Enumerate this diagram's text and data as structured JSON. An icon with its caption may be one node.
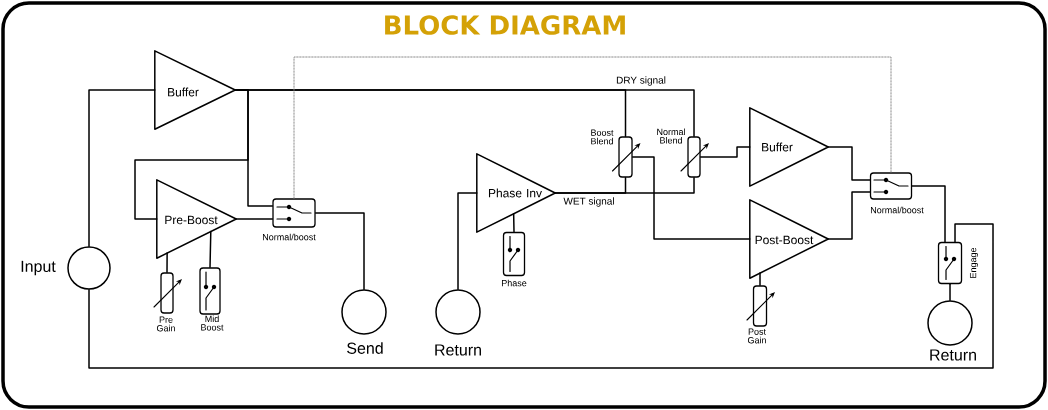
{
  "diagram": {
    "title": "BLOCK DIAGRAM",
    "nodes": [
      {
        "text": [
          "Buffer"
        ]
      },
      {
        "text": [
          "Pre-Boost"
        ]
      },
      {
        "text": [
          "Normal/boost"
        ]
      },
      {
        "text": [
          "Input"
        ]
      },
      {
        "text": [
          "Pre Gain"
        ]
      },
      {
        "text": [
          "Mid Boost"
        ]
      },
      {
        "text": [
          "Send"
        ]
      },
      {
        "text": [
          "Return"
        ]
      },
      {
        "text": [
          "Phase Inv"
        ]
      },
      {
        "text": [
          "Phase"
        ]
      },
      {
        "text": [
          "Boost Blend"
        ]
      },
      {
        "text": [
          "Normal Blend"
        ]
      },
      {
        "text": [
          "Buffer"
        ]
      },
      {
        "text": [
          "Post-Boost"
        ]
      },
      {
        "text": [
          "Normal/boost"
        ]
      },
      {
        "text": [
          "Post Gain"
        ]
      },
      {
        "text": [
          "Engage"
        ]
      },
      {
        "text": [
          "Return"
        ]
      }
    ],
    "edges": [
      {
        "from": 3,
        "to": 0,
        "arrow": "none"
      },
      {
        "from": 0,
        "to": 10,
        "arrow": "none"
      },
      {
        "from": 0,
        "to": 11,
        "arrow": "none"
      },
      {
        "from": 0,
        "to": 1,
        "arrow": "none"
      },
      {
        "from": 0,
        "to": 2,
        "arrow": "none"
      },
      {
        "from": 1,
        "to": 2,
        "arrow": "none"
      },
      {
        "from": 2,
        "to": 6,
        "arrow": "none"
      },
      {
        "from": 2,
        "to": 14,
        "arrow": "none",
        "style": "dashed",
        "color": "#808080"
      },
      {
        "from": 4,
        "to": 1,
        "arrow": "none"
      },
      {
        "from": 5,
        "to": 1,
        "arrow": "none"
      },
      {
        "from": 7,
        "to": 8,
        "arrow": "none"
      },
      {
        "from": 9,
        "to": 8,
        "arrow": "none"
      },
      {
        "from": 8,
        "to": 10,
        "arrow": "none"
      },
      {
        "from": 8,
        "to": 11,
        "arrow": "none"
      },
      {
        "from": 10,
        "to": 13,
        "arrow": "none"
      },
      {
        "from": 11,
        "to": 12,
        "arrow": "none"
      },
      {
        "from": 12,
        "to": 14,
        "arrow": "none"
      },
      {
        "from": 13,
        "to": 14,
        "arrow": "none"
      },
      {
        "from": 15,
        "to": 13,
        "arrow": "none"
      },
      {
        "from": 14,
        "to": 16,
        "arrow": "none"
      },
      {
        "from": 3,
        "to": 16,
        "arrow": "none"
      },
      {
        "from": 16,
        "to": 17,
        "arrow": "none"
      }
    ],
    "labels": [
      "DRY signal",
      "WET signal"
    ]
  }
}
